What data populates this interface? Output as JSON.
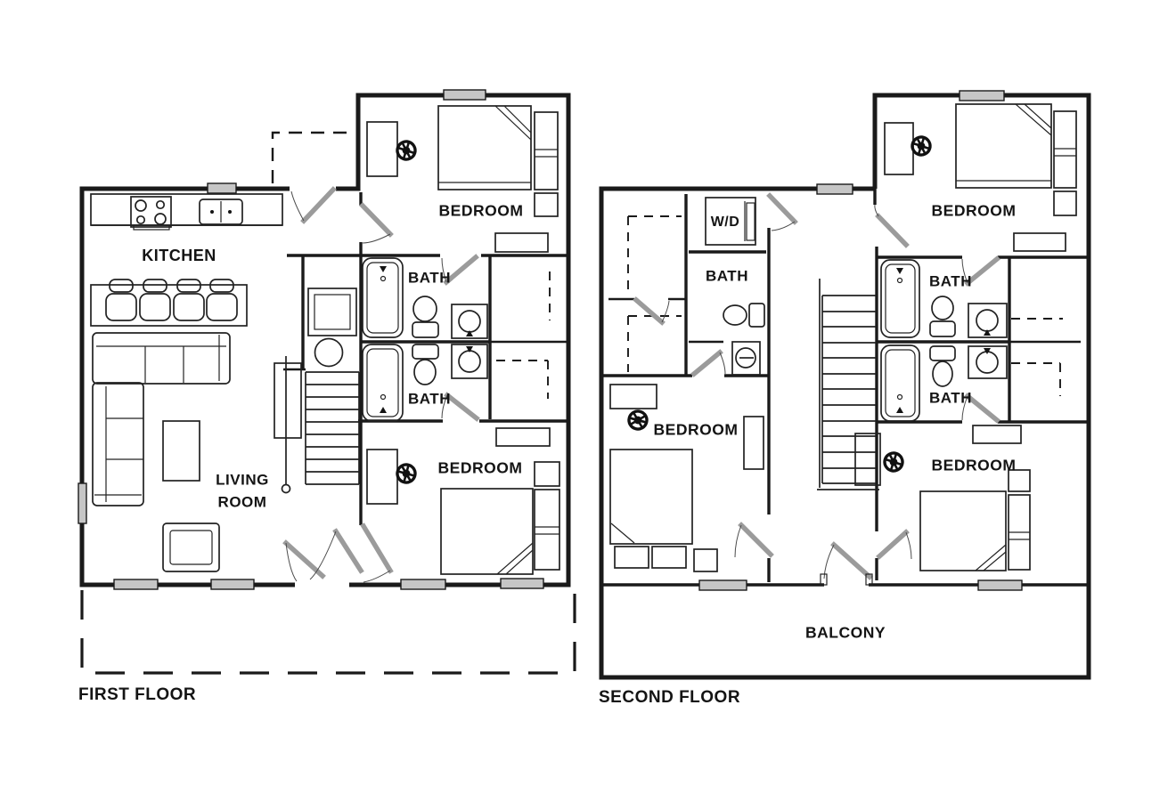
{
  "colors": {
    "background": "#ffffff",
    "wall": "#1a1a1a",
    "door_leaf": "#9b9b9b",
    "window_fill": "#c6c6c6"
  },
  "icons": {
    "desk_chair": "desk-chair-icon",
    "toilet": "toilet-icon",
    "sink": "sink-icon",
    "bathtub": "bathtub-icon",
    "stove": "stove-icon",
    "kitchen_sink": "kitchen-sink-icon",
    "washer_dryer": "washer-dryer-icon",
    "staircase": "staircase-icon"
  },
  "first_floor": {
    "title": "FIRST FLOOR",
    "rooms": [
      {
        "id": "kitchen",
        "label": "KITCHEN"
      },
      {
        "id": "living-room",
        "label_line1": "LIVING",
        "label_line2": "ROOM"
      },
      {
        "id": "bath-upper",
        "label": "BATH"
      },
      {
        "id": "bath-lower",
        "label": "BATH"
      },
      {
        "id": "bedroom-upper",
        "label": "BEDROOM"
      },
      {
        "id": "bedroom-lower",
        "label": "BEDROOM"
      }
    ]
  },
  "second_floor": {
    "title": "SECOND FLOOR",
    "rooms": [
      {
        "id": "laundry",
        "label": "W/D"
      },
      {
        "id": "bath-left",
        "label": "BATH"
      },
      {
        "id": "bath-upper",
        "label": "BATH"
      },
      {
        "id": "bath-lower",
        "label": "BATH"
      },
      {
        "id": "bedroom-top",
        "label": "BEDROOM"
      },
      {
        "id": "bedroom-left",
        "label": "BEDROOM"
      },
      {
        "id": "bedroom-right",
        "label": "BEDROOM"
      },
      {
        "id": "balcony",
        "label": "BALCONY"
      }
    ]
  }
}
